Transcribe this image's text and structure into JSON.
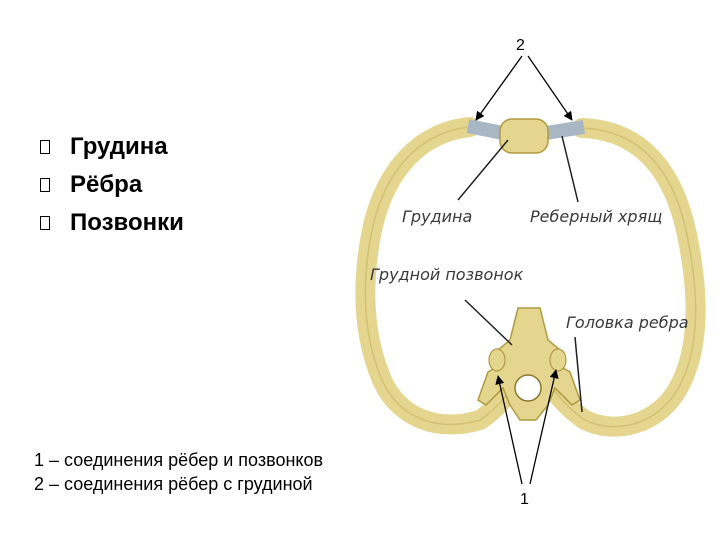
{
  "bullets": [
    {
      "label": "Грудина"
    },
    {
      "label": "Рёбра"
    },
    {
      "label": "Позвонки"
    }
  ],
  "legend": [
    "1 – соединения рёбер и позвонков",
    "2 – соединения рёбер с грудиной"
  ],
  "diagram": {
    "labels": {
      "sternum": "Грудина",
      "costal_cartilage": "Реберный хрящ",
      "thoracic_vertebra": "Грудной позвонок",
      "rib_head": "Головка ребра"
    },
    "markers": {
      "top": "2",
      "bottom": "1"
    },
    "colors": {
      "bone": "#e5d68f",
      "bone_outline": "#b09a40",
      "cartilage": "#a9b7c4"
    }
  }
}
